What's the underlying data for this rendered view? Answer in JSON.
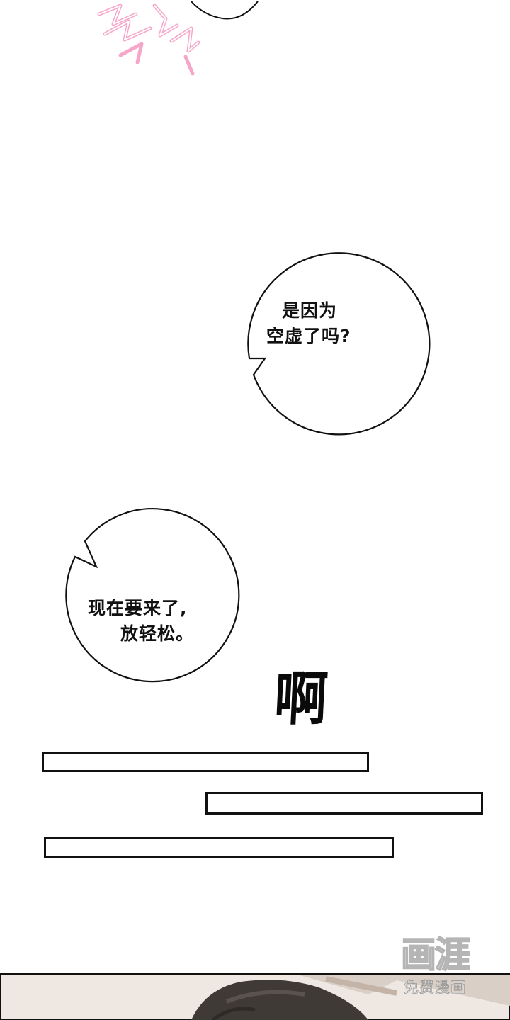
{
  "bubbles": [
    {
      "lines": [
        "是因为",
        "空虚了吗?"
      ]
    },
    {
      "lines": [
        "现在要来了,",
        "放轻松。"
      ]
    }
  ],
  "sfx": {
    "big": "啊"
  },
  "watermark": {
    "logo": "画涯",
    "subtitle": "免费漫画"
  },
  "colors": {
    "background": "#ffffff",
    "ink": "#111111",
    "sfx_pink": "#f7a6c9",
    "panel_dark": "#3f3a36",
    "panel_light": "#e9e1da"
  }
}
